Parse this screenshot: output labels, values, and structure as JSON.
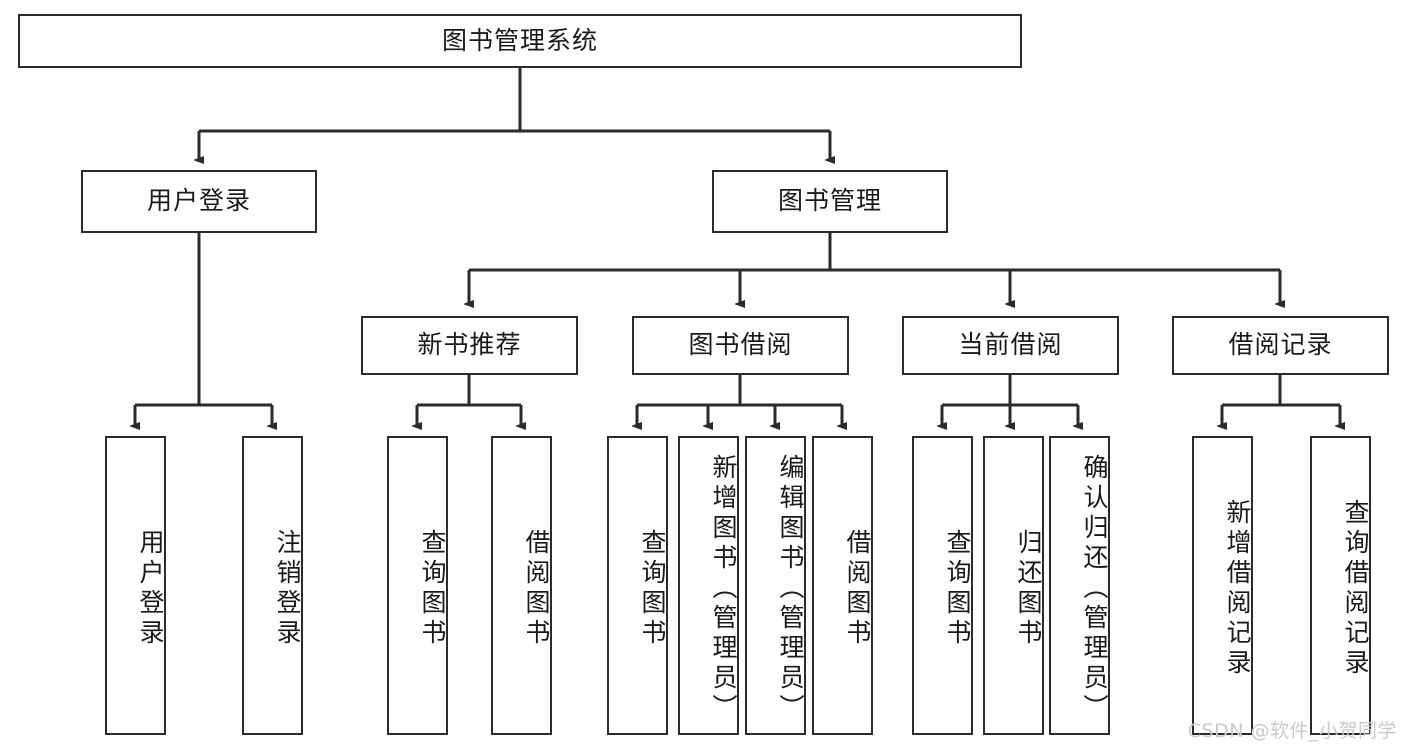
{
  "diagram": {
    "title": "图书管理系统",
    "type": "tree",
    "watermark": "CSDN @软件_小贺同学",
    "colors": {
      "box_border": "#2b2b2b",
      "box_fill": "#ffffff",
      "connector": "#2b2b2b",
      "text": "#1a1a1a",
      "watermark": "#c9c9c9"
    },
    "levels": {
      "root": {
        "label": "图书管理系统"
      },
      "level2": [
        {
          "label": "用户登录"
        },
        {
          "label": "图书管理"
        }
      ],
      "level3": [
        {
          "label": "新书推荐"
        },
        {
          "label": "图书借阅"
        },
        {
          "label": "当前借阅"
        },
        {
          "label": "借阅记录"
        }
      ],
      "leaves": {
        "user_login": [
          {
            "label": "用户登录"
          },
          {
            "label": "注销登录"
          }
        ],
        "new_book_recommend": [
          {
            "label": "查询图书"
          },
          {
            "label": "借阅图书"
          }
        ],
        "book_borrow": [
          {
            "label": "查询图书"
          },
          {
            "label": "新增图书（管理员）"
          },
          {
            "label": "编辑图书（管理员）"
          },
          {
            "label": "借阅图书"
          }
        ],
        "current_borrow": [
          {
            "label": "查询图书"
          },
          {
            "label": "归还图书"
          },
          {
            "label": "确认归还（管理员）"
          }
        ],
        "borrow_record": [
          {
            "label": "新增借阅记录"
          },
          {
            "label": "查询借阅记录"
          }
        ]
      }
    }
  }
}
